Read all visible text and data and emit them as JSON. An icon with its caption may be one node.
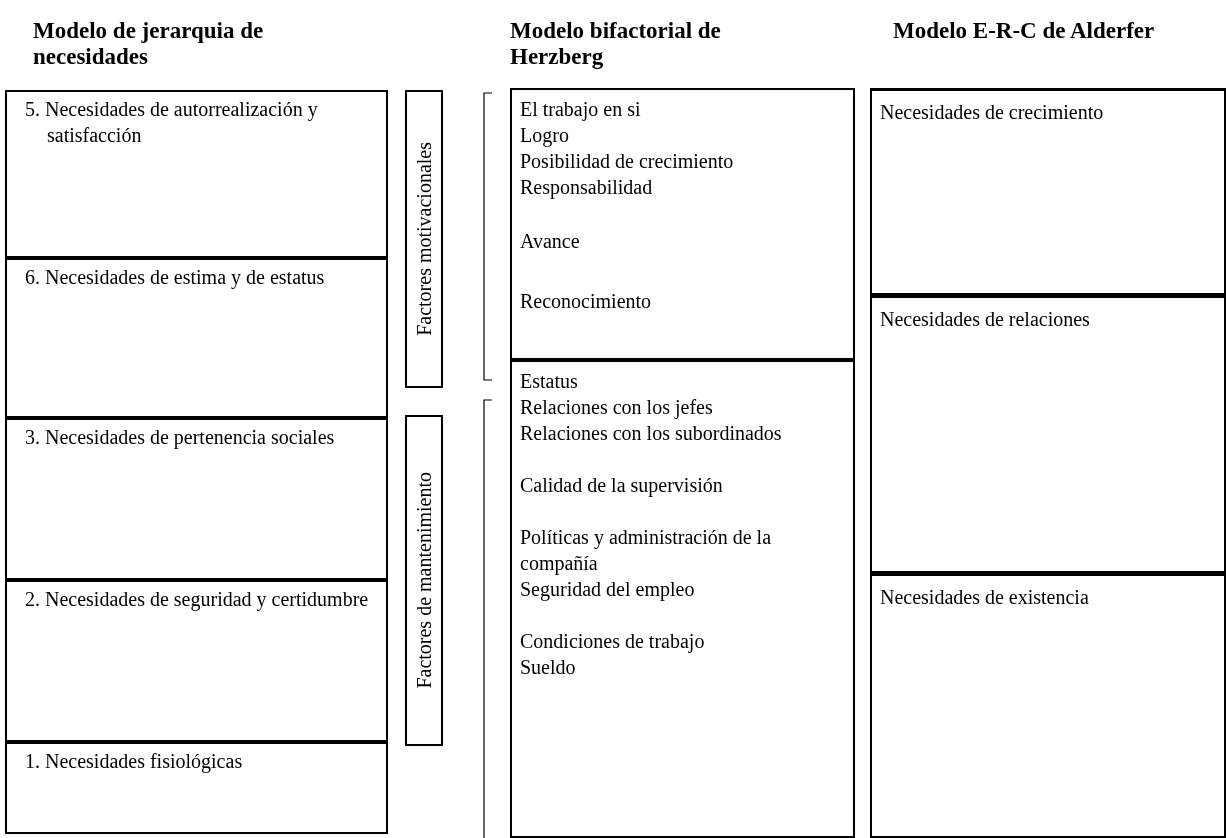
{
  "diagram": {
    "nodes": [
      {
        "text": [
          "5. Necesidades de autorrealización y satisfacción"
        ]
      },
      {
        "text": [
          "6. Necesidades de estima y de estatus"
        ]
      },
      {
        "text": [
          "3. Necesidades de pertenencia sociales"
        ]
      },
      {
        "text": [
          "2. Necesidades de seguridad y certidumbre"
        ]
      },
      {
        "text": [
          "1. Necesidades fisiológicas"
        ]
      },
      {
        "text": [
          "Factores motivacionales"
        ]
      },
      {
        "text": [
          "Factores de mantenimiento"
        ]
      },
      {
        "text": [
          "El trabajo en si",
          "Logro",
          "Posibilidad de crecimiento",
          "Responsabilidad",
          "Avance",
          "Reconocimiento"
        ]
      },
      {
        "text": [
          "Estatus",
          "Relaciones con los jefes",
          "Relaciones con los subordinados",
          "Calidad de la supervisión",
          "Políticas y administración de la compañía",
          "Seguridad del empleo",
          "Condiciones de trabajo",
          "Sueldo"
        ]
      },
      {
        "text": [
          "Necesidades de crecimiento"
        ]
      },
      {
        "text": [
          "Necesidades de relaciones"
        ]
      },
      {
        "text": [
          "Necesidades de existencia"
        ]
      }
    ],
    "edges": [],
    "labels": [
      "Modelo de jerarquia de necesidades",
      "Modelo bifactorial de Herzberg",
      "Modelo E-R-C de Alderfer"
    ]
  }
}
